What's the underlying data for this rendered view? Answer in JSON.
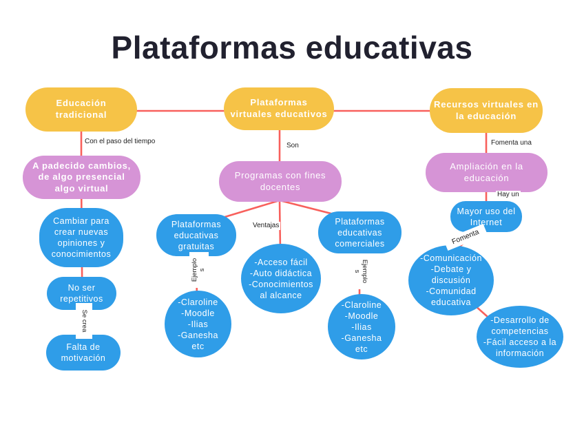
{
  "title": "Plataformas educativas",
  "colors": {
    "topic_yellow": "#F6C347",
    "subtopic_pink": "#D694D6",
    "detail_blue": "#2F9DE8",
    "connector_red": "#F8605C",
    "title_text": "#21212F",
    "node_text": "#FFFFFF",
    "edge_label_text": "#1C1C1C",
    "background": "#FFFFFF"
  },
  "nodes": {
    "educacion_tradicional": "Educación tradicional",
    "plataformas_virtuales": "Plataformas virtuales educativos",
    "recursos_virtuales": "Recursos virtuales en la educación",
    "padecido_cambios": "A padecido cambios, de algo presencial algo virtual",
    "programas_docentes": "Programas con fines docentes",
    "ampliacion_educacion": "Ampliación en la educación",
    "cambiar_opiniones": "Cambiar para crear nuevas opiniones y conocimientos",
    "no_ser_repetitivos": "No ser repetitivos",
    "falta_motivacion": "Falta de motivación",
    "plataformas_gratuitas": "Plataformas educativas gratuitas",
    "ventajas_lista": "-Acceso fácil\n-Auto didáctica\n-Conocimientos al alcance",
    "ejemplos_gratuitas": "-Claroline\n-Moodle\n-Ilias\n-Ganesha\netc",
    "plataformas_comerciales": "Plataformas educativas comerciales",
    "ejemplos_comerciales": "-Claroline\n-Moodle\n-Ilias\n-Ganesha\netc",
    "mayor_uso_internet": "Mayor uso del Internet",
    "fomenta_lista": "-Comunicación\n-Debate y discusión\n-Comunidad educativa",
    "desarrollo_lista": "-Desarrollo de competencias\n-Fácil acceso a la información"
  },
  "edge_labels": {
    "con_el_paso": "Con el paso del tiempo",
    "son": "Son",
    "fomenta_una": "Fomenta una",
    "hay_un": "Hay un",
    "ventajas": "Ventajas",
    "ejemplos_izquierda": "Ejemplo\ns",
    "ejemplos_derecha": "Ejemplo\ns",
    "se_crea": "Se crea",
    "fomenta": "Fomenta"
  }
}
